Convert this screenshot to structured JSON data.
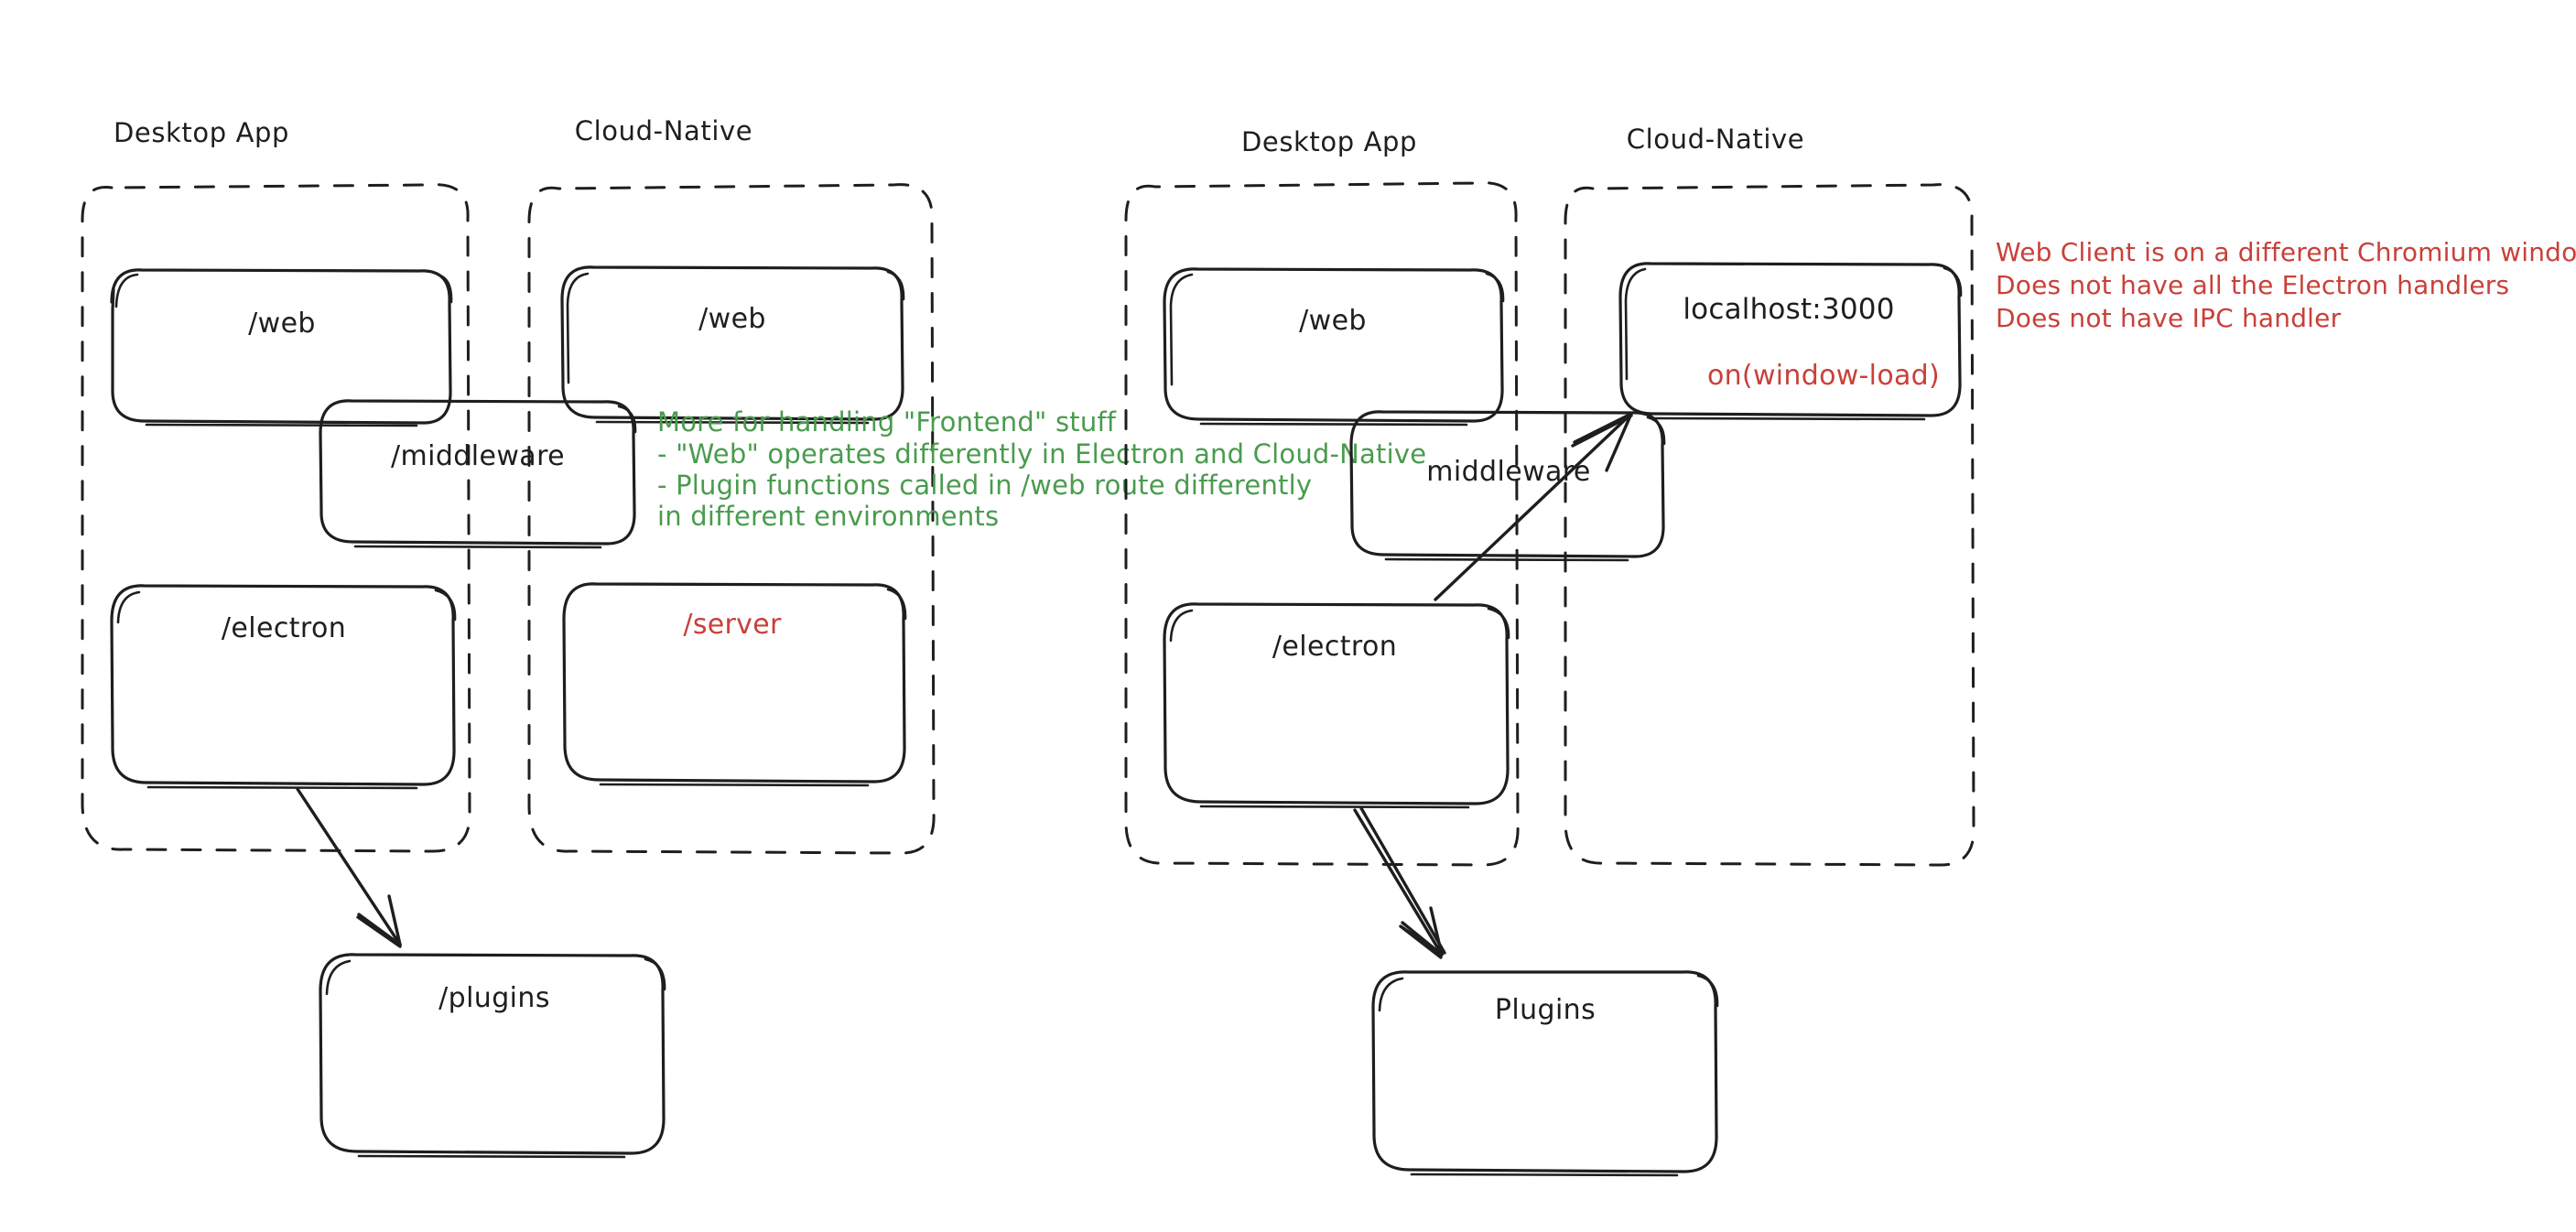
{
  "diagram": {
    "title": "Electron Desktop App vs Cloud-Native architecture sketch",
    "style": "hand-drawn whiteboard sketch",
    "colors": {
      "ink": "#1e1e1e",
      "green_note": "#4a9b4e",
      "red_note": "#c9403a",
      "background": "#ffffff"
    },
    "left_diagram": {
      "groups": [
        {
          "id": "left-desktop-app",
          "label": "Desktop App"
        },
        {
          "id": "left-cloud-native",
          "label": "Cloud-Native"
        }
      ],
      "nodes": [
        {
          "id": "left-desktop-web",
          "label": "/web",
          "color": "ink"
        },
        {
          "id": "left-cloud-web",
          "label": "/web",
          "color": "ink"
        },
        {
          "id": "left-middleware",
          "label": "/middleware",
          "color": "ink"
        },
        {
          "id": "left-electron",
          "label": "/electron",
          "color": "ink"
        },
        {
          "id": "left-server",
          "label": "/server",
          "color": "red"
        },
        {
          "id": "left-plugins",
          "label": "/plugins",
          "color": "ink"
        }
      ],
      "edges": [
        {
          "id": "left-electron-to-plugins",
          "from": "left-electron",
          "to": "left-plugins",
          "arrow": "single"
        }
      ],
      "annotation_green": {
        "id": "green-frontend-note",
        "lines": [
          "More for handling \"Frontend\" stuff",
          "- \"Web\" operates differently in Electron and Cloud-Native",
          "- Plugin functions called in /web route differently",
          "in different environments"
        ]
      }
    },
    "right_diagram": {
      "groups": [
        {
          "id": "right-desktop-app",
          "label": "Desktop App"
        },
        {
          "id": "right-cloud-native",
          "label": "Cloud-Native"
        }
      ],
      "nodes": [
        {
          "id": "right-desktop-web",
          "label": "/web",
          "color": "ink"
        },
        {
          "id": "right-localhost",
          "label": "localhost:3000",
          "color": "ink",
          "sublabel": "on(window-load)",
          "sublabel_color": "red"
        },
        {
          "id": "right-middleware",
          "label": "middleware",
          "color": "ink"
        },
        {
          "id": "right-electron",
          "label": "/electron",
          "color": "ink"
        },
        {
          "id": "right-plugins",
          "label": "Plugins",
          "color": "ink"
        }
      ],
      "edges": [
        {
          "id": "right-electron-to-localhost",
          "from": "right-electron",
          "to": "right-localhost",
          "arrow": "single"
        },
        {
          "id": "right-electron-to-plugins",
          "from": "right-electron",
          "to": "right-plugins",
          "arrow": "single"
        }
      ],
      "annotation_red": {
        "id": "red-web-client-note",
        "lines": [
          "Web Client is on a different Chromium window",
          "Does not have all the Electron handlers",
          "Does not have IPC handler"
        ]
      }
    }
  }
}
